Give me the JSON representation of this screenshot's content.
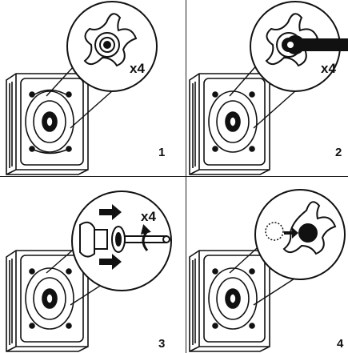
{
  "panels": [
    {
      "step": "1",
      "quantity": "x4",
      "detail": "spider-bracket"
    },
    {
      "step": "2",
      "quantity": "x4",
      "detail": "wrench-on-bolt"
    },
    {
      "step": "3",
      "quantity": "x4",
      "detail": "bolt-removal"
    },
    {
      "step": "4",
      "quantity": "",
      "detail": "cap-insertion"
    }
  ],
  "colors": {
    "line": "#111111",
    "fill": "#ffffff",
    "dark": "#111111"
  },
  "icons": [
    "washing-machine-icon",
    "transit-bolt-icon",
    "wrench-icon",
    "arrow-right-icon",
    "rotate-arrow-icon",
    "plug-cap-icon"
  ]
}
